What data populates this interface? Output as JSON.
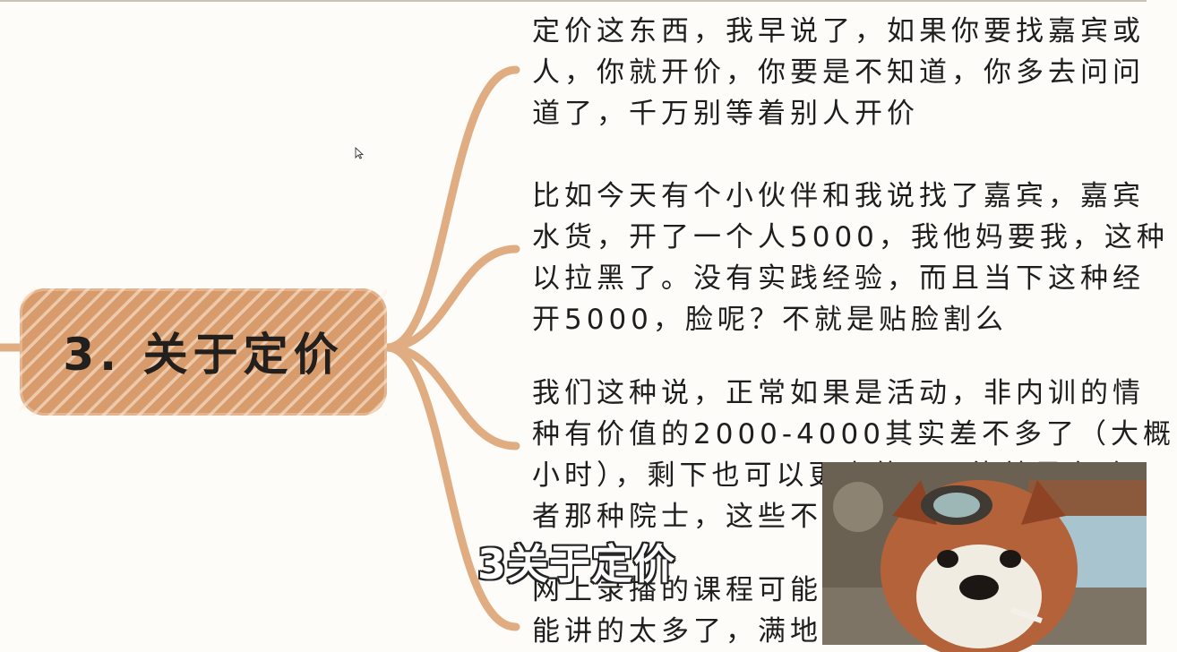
{
  "mindmap": {
    "central_title": "3. 关于定价",
    "branches": [
      {
        "lines": [
          "定价这东西，我早说了，如果你要找嘉宾或",
          "人，你就开价，你要是不知道，你多去问问",
          "道了，千万别等着别人开价"
        ]
      },
      {
        "lines": [
          "比如今天有个小伙伴和我说找了嘉宾，嘉宾",
          "水货，开了一个人5000，我他妈要我，这种",
          "以拉黑了。没有实践经验，而且当下这种经",
          "开5000，脸呢？不就是贴脸割么"
        ]
      },
      {
        "lines": [
          "我们这种说，正常如果是活动，非内训的情",
          "种有价值的2000-4000其实差不多了（大概",
          "小时），剩下也可以更贵的，可能就是有政",
          "者那种院士，这些不"
        ]
      },
      {
        "lines": [
          "网上录播的课程可能",
          "能讲的太多了，满地"
        ]
      }
    ]
  },
  "subtitle": "3关于定价",
  "colors": {
    "branch_line": "#e0ad82",
    "central_fill": "#d79b6c",
    "background": "#fefcf8",
    "text": "#1e1e1e"
  },
  "overlay": {
    "avatar_icon": "red-panda-avatar-icon"
  }
}
